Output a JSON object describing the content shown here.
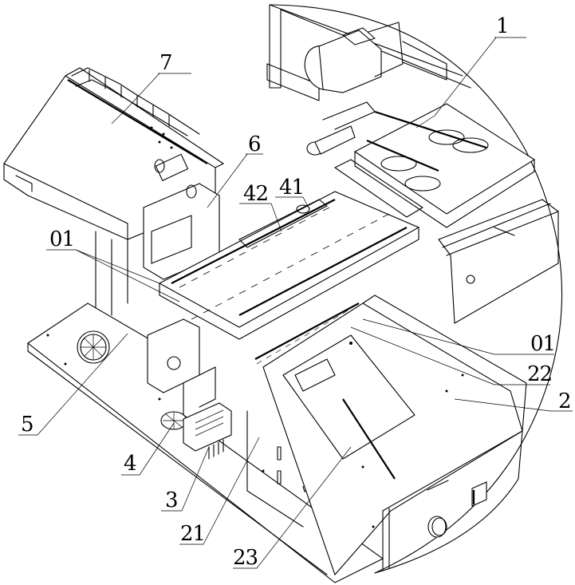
{
  "figure": {
    "type": "patent-drawing",
    "description": "Isometric line drawing of an automated assembly machine with numbered reference labels",
    "colors": {
      "line": "#000000",
      "background": "#ffffff"
    }
  },
  "labels": [
    {
      "id": "label-1",
      "text": "1",
      "points_to": "upper right feed module with motor"
    },
    {
      "id": "label-7",
      "text": "7",
      "points_to": "left housing with cable chain"
    },
    {
      "id": "label-6",
      "text": "6",
      "points_to": "vertical actuator assembly"
    },
    {
      "id": "label-42",
      "text": "42",
      "points_to": "central transfer rail"
    },
    {
      "id": "label-41",
      "text": "41",
      "points_to": "carrier slider"
    },
    {
      "id": "label-01a",
      "text": "01",
      "points_to": "clamp row (left)"
    },
    {
      "id": "label-01b",
      "text": "01",
      "points_to": "clamp row (right)"
    },
    {
      "id": "label-22",
      "text": "22",
      "points_to": "brush / guide strip"
    },
    {
      "id": "label-2",
      "text": "2",
      "points_to": "right lower housing"
    },
    {
      "id": "label-5",
      "text": "5",
      "points_to": "stepper motor mount"
    },
    {
      "id": "label-4",
      "text": "4",
      "points_to": "rotary disc"
    },
    {
      "id": "label-3",
      "text": "3",
      "points_to": "component connector"
    },
    {
      "id": "label-21",
      "text": "21",
      "points_to": "base plate"
    },
    {
      "id": "label-23",
      "text": "23",
      "points_to": "inclined slide"
    }
  ]
}
